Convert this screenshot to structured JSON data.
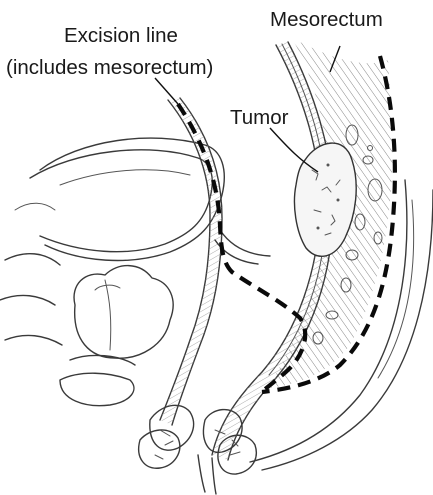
{
  "labels": {
    "excision_line_1": "Excision line",
    "excision_line_2": "(includes mesorectum)",
    "mesorectum": "Mesorectum",
    "tumor": "Tumor"
  }
}
